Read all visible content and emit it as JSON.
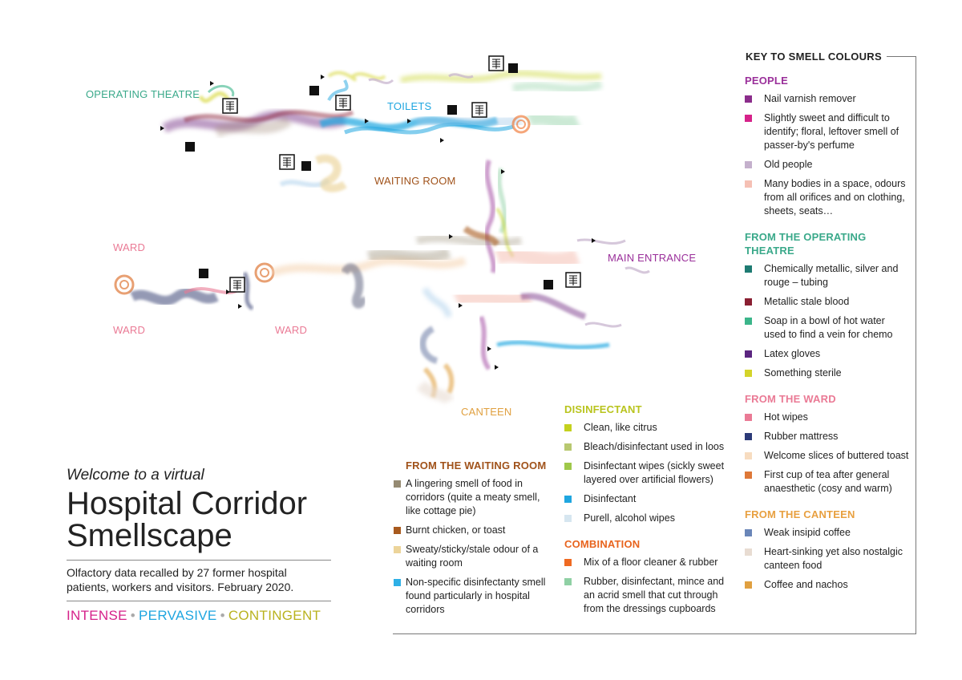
{
  "places": {
    "operating_theatre": "OPERATING THEATRE",
    "toilets": "TOILETS",
    "waiting_room": "WAITING ROOM",
    "ward_1": "WARD",
    "ward_2": "WARD",
    "ward_3": "WARD",
    "main_entrance": "MAIN ENTRANCE",
    "canteen": "CANTEEN"
  },
  "title": {
    "pre": "Welcome to a virtual",
    "main_line1": "Hospital Corridor",
    "main_line2": "Smellscape",
    "subtitle": "Olfactory data recalled by 27 former hospital patients, workers and visitors. February 2020.",
    "tag_intense": "INTENSE",
    "tag_pervasive": "PERVASIVE",
    "tag_contingent": "CONTINGENT",
    "separator": "•"
  },
  "key_title": "KEY TO SMELL COLOURS",
  "legend": {
    "people": {
      "title": "PEOPLE",
      "items": [
        {
          "label": "Nail varnish remover",
          "color": "#8b2d8b"
        },
        {
          "label": "Slightly sweet and difficult to identify; floral, leftover smell of passer-by's perfume",
          "color": "#d6228a"
        },
        {
          "label": "Old people",
          "color": "#c4b0cc"
        },
        {
          "label": "Many bodies in a space, odours from all orifices and on clothing, sheets, seats…",
          "color": "#f5c0b4"
        }
      ]
    },
    "operating_theatre": {
      "title": "FROM THE OPERATING THEATRE",
      "items": [
        {
          "label": "Chemically metallic, silver and rouge – tubing",
          "color": "#1e7b72"
        },
        {
          "label": "Metallic stale blood",
          "color": "#8a1f32"
        },
        {
          "label": "Soap in a bowl of hot water used to find a vein for chemo",
          "color": "#3bb58a"
        },
        {
          "label": "Latex gloves",
          "color": "#5b2580"
        },
        {
          "label": "Something sterile",
          "color": "#d4d42a"
        }
      ]
    },
    "ward": {
      "title": "FROM THE WARD",
      "items": [
        {
          "label": "Hot wipes",
          "color": "#ea7a95"
        },
        {
          "label": "Rubber mattress",
          "color": "#2c3a78"
        },
        {
          "label": "Welcome slices of buttered toast",
          "color": "#f7dcc0"
        },
        {
          "label": "First cup of tea after general anaesthetic (cosy and warm)",
          "color": "#de7838"
        }
      ]
    },
    "canteen": {
      "title": "FROM THE CANTEEN",
      "items": [
        {
          "label": "Weak insipid coffee",
          "color": "#6a86b8"
        },
        {
          "label": "Heart-sinking yet also nostalgic canteen food",
          "color": "#e8dcd2"
        },
        {
          "label": "Coffee and nachos",
          "color": "#e0a040"
        }
      ]
    },
    "disinfectant": {
      "title": "DISINFECTANT",
      "items": [
        {
          "label": "Clean, like citrus",
          "color": "#c4d11e"
        },
        {
          "label": "Bleach/disinfectant used in loos",
          "color": "#b8c870"
        },
        {
          "label": "Disinfectant wipes (sickly sweet layered over artificial flowers)",
          "color": "#9fc84a"
        },
        {
          "label": "Disinfectant",
          "color": "#1fa6e0"
        },
        {
          "label": "Purell, alcohol wipes",
          "color": "#d6e6f0"
        }
      ]
    },
    "combination": {
      "title": "COMBINATION",
      "items": [
        {
          "label": "Mix of a floor cleaner & rubber",
          "color": "#ef6a22"
        },
        {
          "label": "Rubber, disinfectant, mince and an acrid smell that cut through from the dressings cupboards",
          "color": "#8fd0a4"
        }
      ]
    },
    "waiting_room": {
      "title": "FROM THE WAITING ROOM",
      "items": [
        {
          "label": "A lingering smell of food in corridors (quite a meaty smell, like cottage pie)",
          "color": "#958a72"
        },
        {
          "label": "Burnt chicken, or toast",
          "color": "#a85a1e"
        },
        {
          "label": "Sweaty/sticky/stale odour of a waiting room",
          "color": "#ecd49a"
        },
        {
          "label": "Non-specific disinfectanty smell found particularly in hospital corridors",
          "color": "#2eb0e6"
        }
      ]
    }
  },
  "colors": {
    "operating_theatre_label": "#3aa98a",
    "toilets_label": "#1fa6e0",
    "waiting_room_label": "#a0521a",
    "ward_label": "#ea7a95",
    "main_entrance_label": "#9a2f9a",
    "canteen_label": "#e0a040",
    "people_heading": "#9a2f9a",
    "operating_heading": "#3aa98a",
    "ward_heading": "#ea7a95",
    "canteen_heading": "#e8a040",
    "disinfectant_heading": "#b9c41e",
    "combination_heading": "#e8641e",
    "waiting_heading": "#a0521a",
    "intense": "#d6228a",
    "pervasive": "#1fa6e0",
    "contingent": "#b9b21e"
  },
  "icons": [
    "door-icon",
    "lift-icon",
    "direction-arrow-icon",
    "smell-plume"
  ]
}
